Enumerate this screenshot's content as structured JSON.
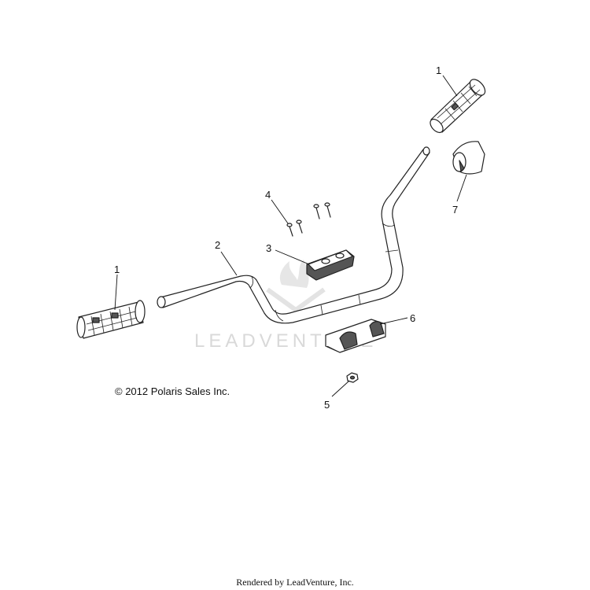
{
  "callouts": {
    "grip_left": "1",
    "grip_right": "1",
    "handlebar": "2",
    "upper_clamp": "3",
    "bolt": "4",
    "nut": "5",
    "lower_clamp": "6",
    "pad": "7"
  },
  "watermark": "LEADVENTURE",
  "copyright": "© 2012 Polaris Sales Inc.",
  "footer": "Rendered by LeadVenture, Inc."
}
